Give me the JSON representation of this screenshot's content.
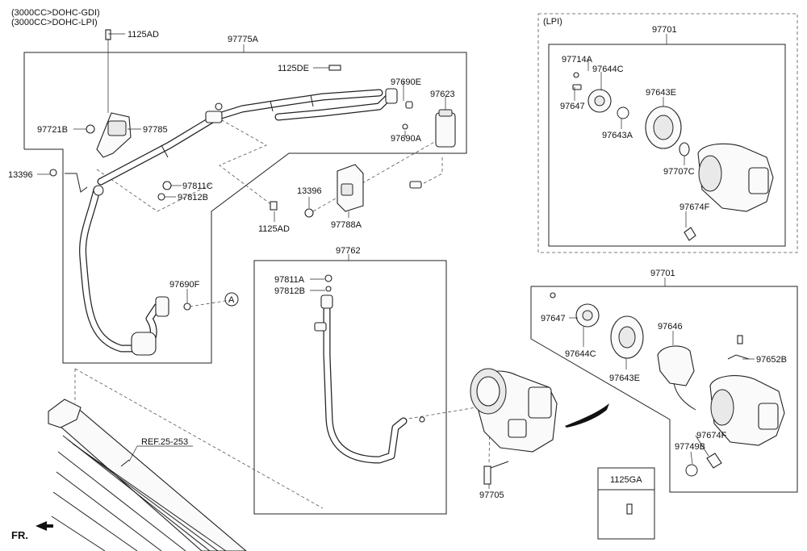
{
  "engine_variants": [
    "(3000CC>DOHC-GDI)",
    "(3000CC>DOHC-LPI)"
  ],
  "labels": {
    "p1125AD_top": "1125AD",
    "p97775A": "97775A",
    "p1125DE": "1125DE",
    "p97690E": "97690E",
    "p97623": "97623",
    "p97690A": "97690A",
    "p97721B": "97721B",
    "p97785": "97785",
    "p13396_left": "13396",
    "p97811C": "97811C",
    "p97812B_top": "97812B",
    "p13396_mid": "13396",
    "p97788A": "97788A",
    "p1125AD_mid": "1125AD",
    "p97690F": "97690F",
    "circleA": "A",
    "p97762": "97762",
    "p97811A": "97811A",
    "p97812B_low": "97812B",
    "ref": "REF.25-253",
    "fr": "FR.",
    "p97705": "97705",
    "lpi_tag": "(LPI)",
    "lpi_97701": "97701",
    "lpi_97714A": "97714A",
    "lpi_97644C": "97644C",
    "lpi_97647": "97647",
    "lpi_97643E": "97643E",
    "lpi_97643A": "97643A",
    "lpi_97707C": "97707C",
    "lpi_97674F": "97674F",
    "gdi_97701": "97701",
    "gdi_97647": "97647",
    "gdi_97644C": "97644C",
    "gdi_97643E": "97643E",
    "gdi_97646": "97646",
    "gdi_97652B": "97652B",
    "gdi_97674F": "97674F",
    "gdi_97749B": "97749B",
    "p1125GA": "1125GA"
  }
}
